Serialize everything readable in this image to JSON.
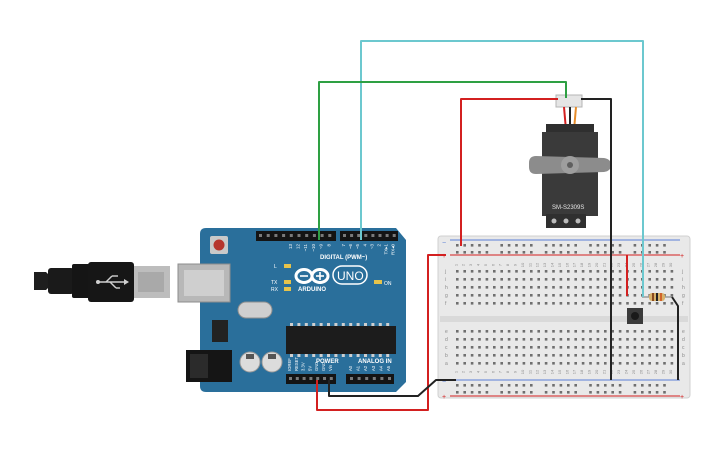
{
  "scene": {
    "kind": "circuit-simulator-canvas"
  },
  "arduino": {
    "brand": "ARDUINO",
    "model": "UNO",
    "digital_label": "DIGITAL (PWM~)",
    "power_label": "POWER",
    "analog_label": "ANALOG IN",
    "on_label": "ON",
    "l_label": "L",
    "tx_label": "TX",
    "rx_label": "RX",
    "aref_label": "AREF",
    "gnd_label": "GND",
    "top_pin_labels": [
      "13",
      "12",
      "~11",
      "~10",
      "~9",
      "8",
      "7",
      "~6",
      "~5",
      "4",
      "~3",
      "2",
      "TX▸1",
      "RX◂0"
    ],
    "power_pin_labels": [
      "IOREF",
      "RESET",
      "3.3V",
      "5V",
      "GND",
      "GND",
      "Vin"
    ],
    "analog_pin_labels": [
      "A0",
      "A1",
      "A2",
      "A3",
      "A4",
      "A5"
    ]
  },
  "servo": {
    "label": "SM-S2309S"
  },
  "breadboard": {
    "row_letters_top": [
      "j",
      "i",
      "h",
      "g",
      "f"
    ],
    "row_letters_bottom": [
      "e",
      "d",
      "c",
      "b",
      "a"
    ],
    "column_count": 30,
    "plus": "+",
    "minus": "−"
  },
  "colors": {
    "board": "#2a6f9b",
    "wire_red": "#d32020",
    "wire_black": "#222222",
    "wire_green": "#2ea043",
    "wire_cyan": "#6cc8cf",
    "servo_body": "#3a3a3a",
    "breadboard": "#e9e9e9"
  }
}
